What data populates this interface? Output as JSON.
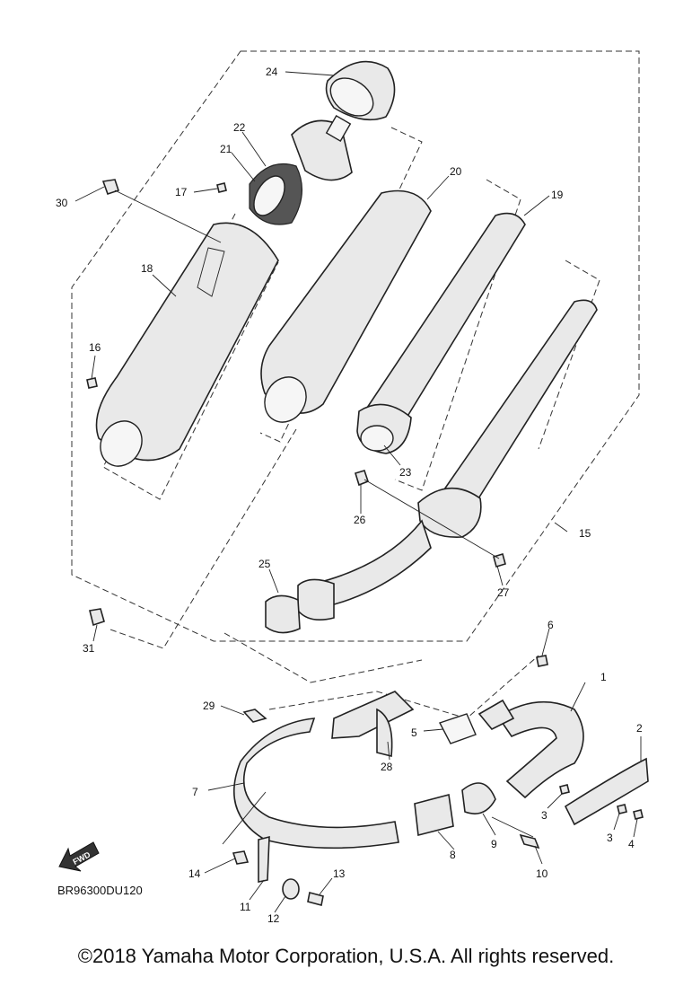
{
  "diagram": {
    "callouts": [
      "1",
      "2",
      "3",
      "3",
      "4",
      "5",
      "6",
      "7",
      "8",
      "9",
      "10",
      "11",
      "12",
      "13",
      "14",
      "15",
      "16",
      "17",
      "18",
      "19",
      "20",
      "21",
      "22",
      "23",
      "24",
      "25",
      "26",
      "27",
      "28",
      "29",
      "30",
      "31"
    ],
    "diagram_code": "BR96300DU120",
    "fwd_label": "FWD"
  },
  "footer": {
    "copyright": "©2018 Yamaha Motor Corporation, U.S.A. All rights reserved."
  }
}
